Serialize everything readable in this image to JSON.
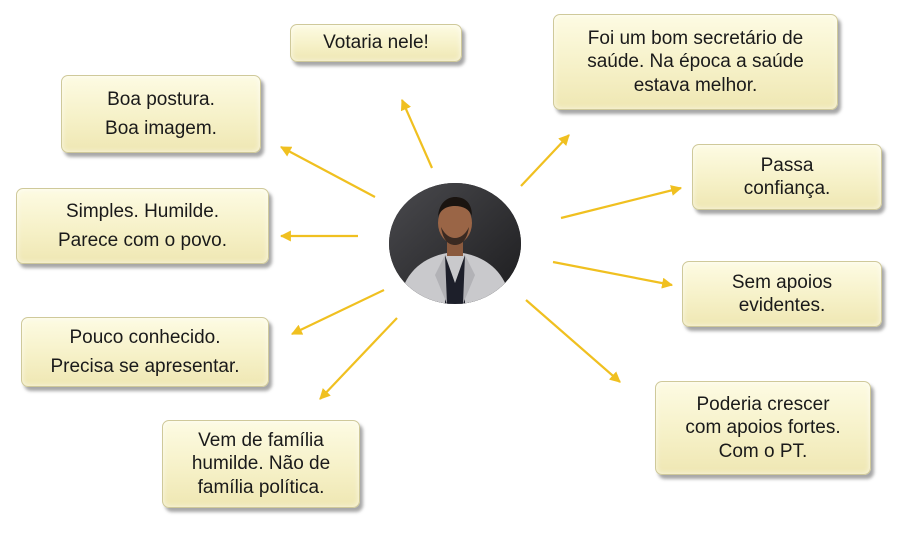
{
  "center": {
    "icon": "person-portrait"
  },
  "colors": {
    "arrow": "#f0c020",
    "box_fill": "#f6f1c8",
    "box_border": "#cfc99a"
  },
  "notes": {
    "votaria": {
      "lines": [
        "Votaria nele!"
      ]
    },
    "bom_secretario": {
      "lines": [
        "Foi um bom secretário de",
        "saúde. Na época a saúde",
        "estava melhor."
      ]
    },
    "boa_postura": {
      "lines": [
        "Boa postura.",
        "Boa imagem."
      ]
    },
    "confianca": {
      "lines": [
        "Passa",
        "confiança."
      ]
    },
    "simples": {
      "lines": [
        "Simples. Humilde.",
        "Parece com o povo."
      ]
    },
    "sem_apoios": {
      "lines": [
        "Sem apoios",
        "evidentes."
      ]
    },
    "pouco_conhecido": {
      "lines": [
        "Pouco conhecido.",
        "Precisa se apresentar."
      ]
    },
    "poderia_crescer": {
      "lines": [
        "Poderia crescer",
        "com apoios fortes.",
        "Com o PT."
      ]
    },
    "familia": {
      "lines": [
        "Vem de família",
        "humilde. Não de",
        "família política."
      ]
    }
  }
}
